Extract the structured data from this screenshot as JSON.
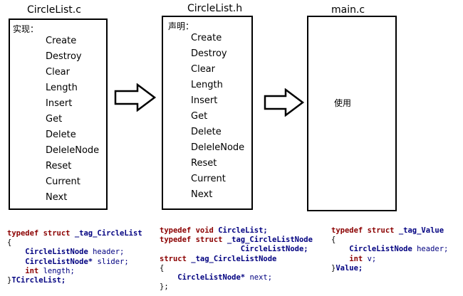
{
  "columns": [
    {
      "title": "CircleList.c",
      "box_label": "实现：",
      "items": [
        "Create",
        "Destroy",
        "Clear",
        "Length",
        "Insert",
        "Get",
        "Delete",
        "DeleleNode",
        "Reset",
        "Current",
        "Next"
      ]
    },
    {
      "title": "CircleList.h",
      "box_label": "声明：",
      "items": [
        "Create",
        "Destroy",
        "Clear",
        "Length",
        "Insert",
        "Get",
        "Delete",
        "DeleleNode",
        "Reset",
        "Current",
        "Next"
      ]
    },
    {
      "title": "main.c",
      "box_label": "使用",
      "items": []
    }
  ],
  "code_blocks": [
    {
      "lines": [
        [
          {
            "t": "typedef struct ",
            "c": "kw"
          },
          {
            "t": "_tag_CircleList",
            "c": "ty"
          }
        ],
        [
          {
            "t": "{",
            "c": "pu"
          }
        ],
        [
          {
            "t": "    CircleListNode ",
            "c": "ty"
          },
          {
            "t": "header;",
            "c": "id"
          }
        ],
        [
          {
            "t": "    CircleListNode* ",
            "c": "ty"
          },
          {
            "t": "slider;",
            "c": "id"
          }
        ],
        [
          {
            "t": "    int ",
            "c": "kw"
          },
          {
            "t": "length;",
            "c": "id"
          }
        ],
        [
          {
            "t": "}",
            "c": "pu"
          },
          {
            "t": "TCircleList;",
            "c": "ty"
          }
        ]
      ]
    },
    {
      "lines": [
        [
          {
            "t": "typedef void ",
            "c": "kw"
          },
          {
            "t": "CircleList;",
            "c": "ty"
          }
        ],
        [
          {
            "t": "typedef struct ",
            "c": "kw"
          },
          {
            "t": "_tag_CircleListNode",
            "c": "ty"
          }
        ],
        [
          {
            "t": "                  CircleListNode;",
            "c": "ty"
          }
        ],
        [
          {
            "t": "struct ",
            "c": "kw"
          },
          {
            "t": "_tag_CircleListNode",
            "c": "ty"
          }
        ],
        [
          {
            "t": "{",
            "c": "pu"
          }
        ],
        [
          {
            "t": "    CircleListNode* ",
            "c": "ty"
          },
          {
            "t": "next;",
            "c": "id"
          }
        ],
        [
          {
            "t": "};",
            "c": "pu"
          }
        ]
      ]
    },
    {
      "lines": [
        [
          {
            "t": "typedef struct ",
            "c": "kw"
          },
          {
            "t": "_tag_Value",
            "c": "ty"
          }
        ],
        [
          {
            "t": "{",
            "c": "pu"
          }
        ],
        [
          {
            "t": "    CircleListNode ",
            "c": "ty"
          },
          {
            "t": "header;",
            "c": "id"
          }
        ],
        [
          {
            "t": "    int ",
            "c": "kw"
          },
          {
            "t": "v;",
            "c": "id"
          }
        ],
        [
          {
            "t": "}",
            "c": "pu"
          },
          {
            "t": "Value;",
            "c": "ty"
          }
        ]
      ]
    }
  ]
}
